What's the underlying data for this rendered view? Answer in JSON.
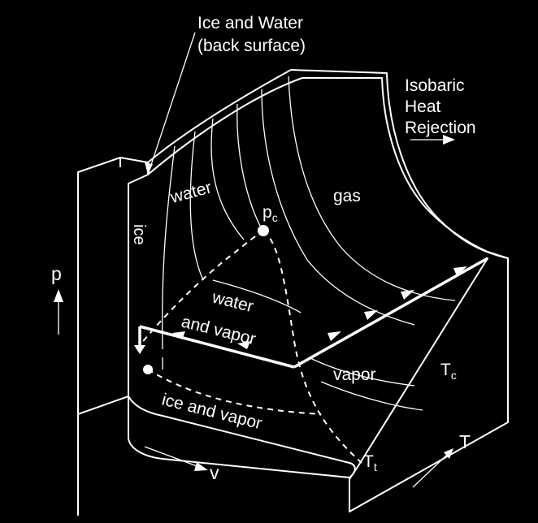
{
  "colors": {
    "background": "#000000",
    "foreground": "#ffffff"
  },
  "labels": {
    "ice_water_line1": "Ice and Water",
    "ice_water_line2": "(back surface)",
    "isobaric_line1": "Isobaric",
    "isobaric_line2": "Heat",
    "isobaric_line3": "Rejection",
    "water": "water",
    "gas": "gas",
    "ice": "ice",
    "critical_point_base": "p",
    "critical_point_sub": "c",
    "water_vapor_line1": "water",
    "water_vapor_line2": "and vapor",
    "vapor": "vapor",
    "ice_vapor": "ice and vapor",
    "tc_base": "T",
    "tc_sub": "c",
    "tt_base": "T",
    "tt_sub": "t",
    "axis_p": "p",
    "axis_v": "v",
    "axis_T": "T"
  },
  "icons": [
    "critical-point-marker",
    "triple-point-marker",
    "process-arrow"
  ]
}
